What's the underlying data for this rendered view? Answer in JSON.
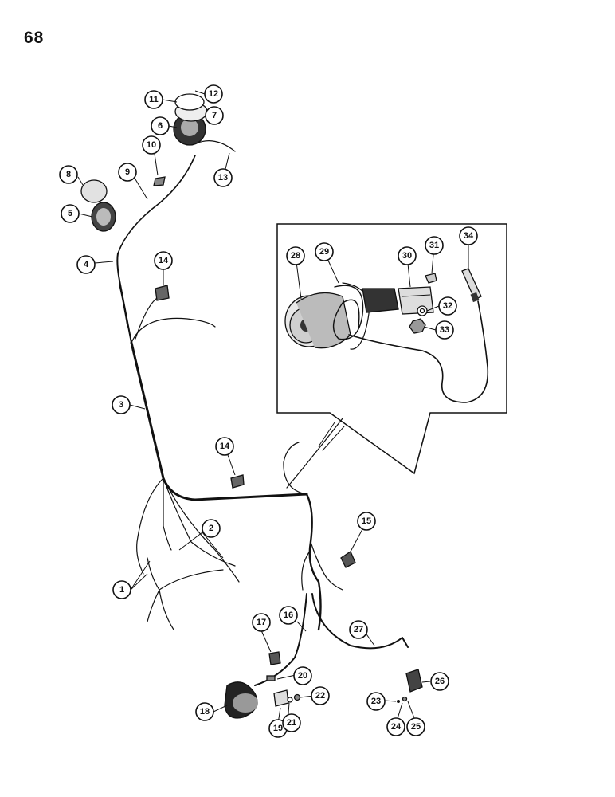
{
  "page_number": "68",
  "callouts": [
    {
      "id": "c1",
      "label": "1"
    },
    {
      "id": "c2",
      "label": "2"
    },
    {
      "id": "c3",
      "label": "3"
    },
    {
      "id": "c4",
      "label": "4"
    },
    {
      "id": "c5",
      "label": "5"
    },
    {
      "id": "c6",
      "label": "6"
    },
    {
      "id": "c7",
      "label": "7"
    },
    {
      "id": "c8",
      "label": "8"
    },
    {
      "id": "c9",
      "label": "9"
    },
    {
      "id": "c10",
      "label": "10"
    },
    {
      "id": "c11",
      "label": "11"
    },
    {
      "id": "c12",
      "label": "12"
    },
    {
      "id": "c13",
      "label": "13"
    },
    {
      "id": "c14a",
      "label": "14"
    },
    {
      "id": "c14b",
      "label": "14"
    },
    {
      "id": "c15",
      "label": "15"
    },
    {
      "id": "c16",
      "label": "16"
    },
    {
      "id": "c17",
      "label": "17"
    },
    {
      "id": "c18",
      "label": "18"
    },
    {
      "id": "c19",
      "label": "19"
    },
    {
      "id": "c20",
      "label": "20"
    },
    {
      "id": "c21",
      "label": "21"
    },
    {
      "id": "c22",
      "label": "22"
    },
    {
      "id": "c23",
      "label": "23"
    },
    {
      "id": "c24",
      "label": "24"
    },
    {
      "id": "c25",
      "label": "25"
    },
    {
      "id": "c26",
      "label": "26"
    },
    {
      "id": "c27",
      "label": "27"
    },
    {
      "id": "c28",
      "label": "28"
    },
    {
      "id": "c29",
      "label": "29"
    },
    {
      "id": "c30",
      "label": "30"
    },
    {
      "id": "c31",
      "label": "31"
    },
    {
      "id": "c32",
      "label": "32"
    },
    {
      "id": "c33",
      "label": "33"
    },
    {
      "id": "c34",
      "label": "34"
    }
  ]
}
